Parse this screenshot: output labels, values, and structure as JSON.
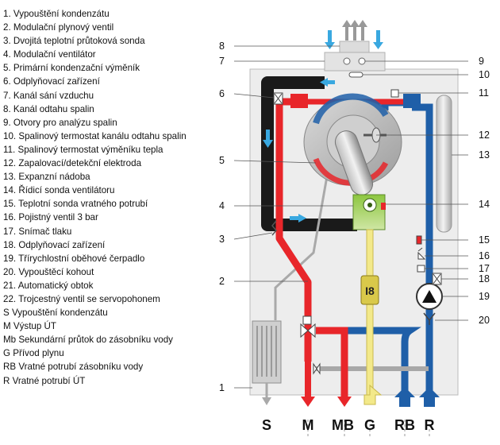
{
  "legend": [
    "1. Vypouštění kondenzátu",
    "2. Modulační plynový ventil",
    "3. Dvojitá teplotní průtoková sonda",
    "4. Modulační ventilátor",
    "5. Primární kondenzační výměník",
    "6. Odplyňovací zařízení",
    "7. Kanál sání vzduchu",
    "8. Kanál odtahu spalin",
    "9. Otvory pro analýzu spalin",
    "10. Spalinový termostat kanálu odtahu spalin",
    "11. Spalinový termostat výměníku tepla",
    "12. Zapalovací/detekční elektroda",
    "13. Expanzní nádoba",
    "14. Řídicí sonda ventilátoru",
    "15. Teplotní sonda vratného potrubí",
    "16. Pojistný ventil 3 bar",
    "17. Snímač tlaku",
    "18. Odplyňovací zařízení",
    "19. Třírychlostní oběhové čerpadlo",
    "20. Vypouštěcí kohout",
    "21. Automatický obtok",
    "22. Trojcestný ventil se servopohonem",
    "S Vypouštění kondenzátu",
    "M Výstup ÚT",
    "Mb Sekundární průtok do zásobníku vody",
    "G Přívod plynu",
    "RB Vratné potrubí zásobníku vody",
    "R Vratné potrubí ÚT"
  ],
  "callouts_left": [
    "8",
    "7",
    "6",
    "5",
    "4",
    "3",
    "2",
    "1"
  ],
  "callouts_right": [
    "9",
    "10",
    "11",
    "12",
    "13",
    "14",
    "15",
    "16",
    "17",
    "18",
    "19",
    "20"
  ],
  "connections": [
    "S",
    "M",
    "MB",
    "G",
    "RB",
    "R"
  ],
  "colors": {
    "flow_red": "#e8262a",
    "return_blue": "#1f5fa8",
    "flue_black": "#1a1a1a",
    "gas_yellow": "#f3e98a",
    "drain_grey": "#a9a9a9",
    "arrow_cyan": "#39a8e0",
    "casing": "#ededed"
  }
}
